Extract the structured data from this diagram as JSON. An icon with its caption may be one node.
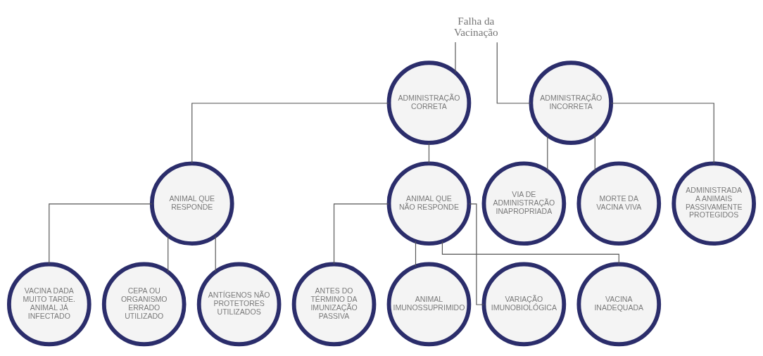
{
  "diagram": {
    "nodes": [
      {
        "text": [
          "Falha da Vacinação"
        ]
      },
      {
        "text": [
          "ADMINISTRAÇÃO CORRETA"
        ]
      },
      {
        "text": [
          "ADMINISTRAÇÃO INCORRETA"
        ]
      },
      {
        "text": [
          "ANIMAL QUE RESPONDE"
        ]
      },
      {
        "text": [
          "ANIMAL QUE NÃO RESPONDE"
        ]
      },
      {
        "text": [
          "VIA DE ADMINISTRAÇÃO INAPROPRIADA"
        ]
      },
      {
        "text": [
          "MORTE DA VACINA VIVA"
        ]
      },
      {
        "text": [
          "ADMINISTRADA A ANIMAIS PASSIVAMENTE PROTEGIDOS"
        ]
      },
      {
        "text": [
          "VACINA DADA MUITO TARDE. ANIMAL JÁ INFECTADO"
        ]
      },
      {
        "text": [
          "CEPA OU ORGANISMO ERRADO UTILIZADO"
        ]
      },
      {
        "text": [
          "ANTÍGENOS NÃO PROTETORES UTILIZADOS"
        ]
      },
      {
        "text": [
          "ANTES DO TÉRMINO DA IMUNIZAÇÃO PASSIVA"
        ]
      },
      {
        "text": [
          "ANIMAL IMUNOSSUPRIMIDO"
        ]
      },
      {
        "text": [
          "VARIAÇÃO IMUNOBIOLÓGICA"
        ]
      },
      {
        "text": [
          "VACINA INADEQUADA"
        ]
      }
    ],
    "edges": [
      {
        "from": 0,
        "to": 1,
        "arrow": "none"
      },
      {
        "from": 0,
        "to": 2,
        "arrow": "none"
      },
      {
        "from": 1,
        "to": 3,
        "arrow": "none"
      },
      {
        "from": 1,
        "to": 4,
        "arrow": "none"
      },
      {
        "from": 2,
        "to": 5,
        "arrow": "none"
      },
      {
        "from": 2,
        "to": 6,
        "arrow": "none"
      },
      {
        "from": 2,
        "to": 7,
        "arrow": "none"
      },
      {
        "from": 3,
        "to": 8,
        "arrow": "none"
      },
      {
        "from": 3,
        "to": 9,
        "arrow": "none"
      },
      {
        "from": 3,
        "to": 10,
        "arrow": "none"
      },
      {
        "from": 4,
        "to": 11,
        "arrow": "none"
      },
      {
        "from": 4,
        "to": 12,
        "arrow": "none"
      },
      {
        "from": 4,
        "to": 13,
        "arrow": "none"
      },
      {
        "from": 4,
        "to": 14,
        "arrow": "none"
      }
    ]
  }
}
